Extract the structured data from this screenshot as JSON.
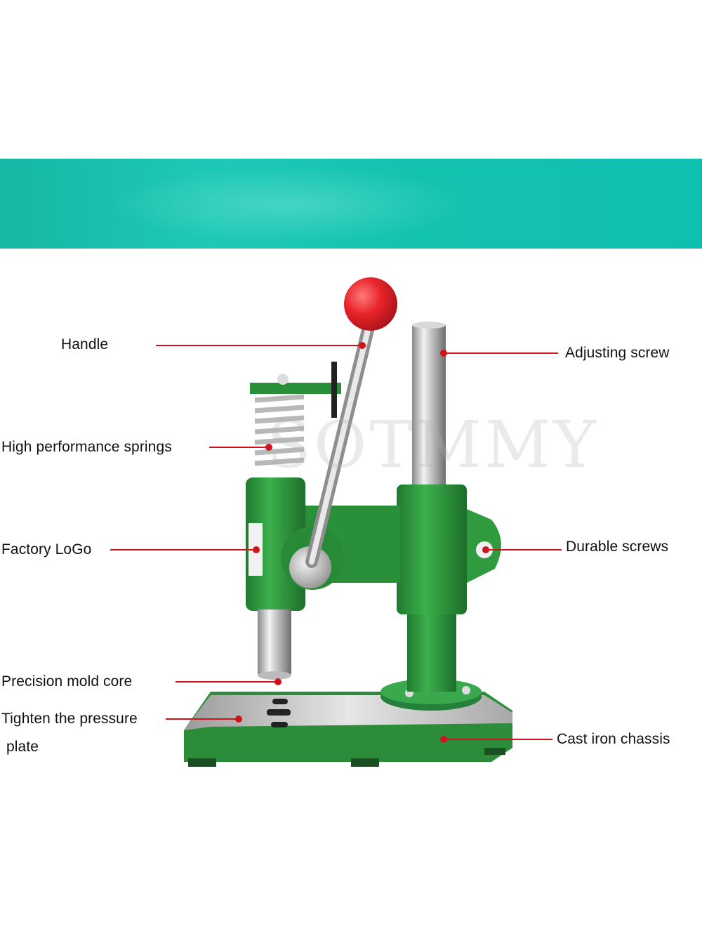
{
  "watermark": "SOTMMY",
  "colors": {
    "banner": "#16b7a4",
    "body_green": "#2f9b3e",
    "knob_red": "#e8232a",
    "leader_red": "#d0141c",
    "steel": "#c8c8c8"
  },
  "labels": {
    "handle": "Handle",
    "adjusting_screw": "Adjusting screw",
    "springs": "High performance springs",
    "factory_logo": "Factory LoGo",
    "durable_screws": "Durable screws",
    "mold_core": "Precision mold core",
    "pressure_plate_line1": "Tighten the pressure",
    "pressure_plate_line2": "plate",
    "chassis": "Cast iron chassis"
  }
}
